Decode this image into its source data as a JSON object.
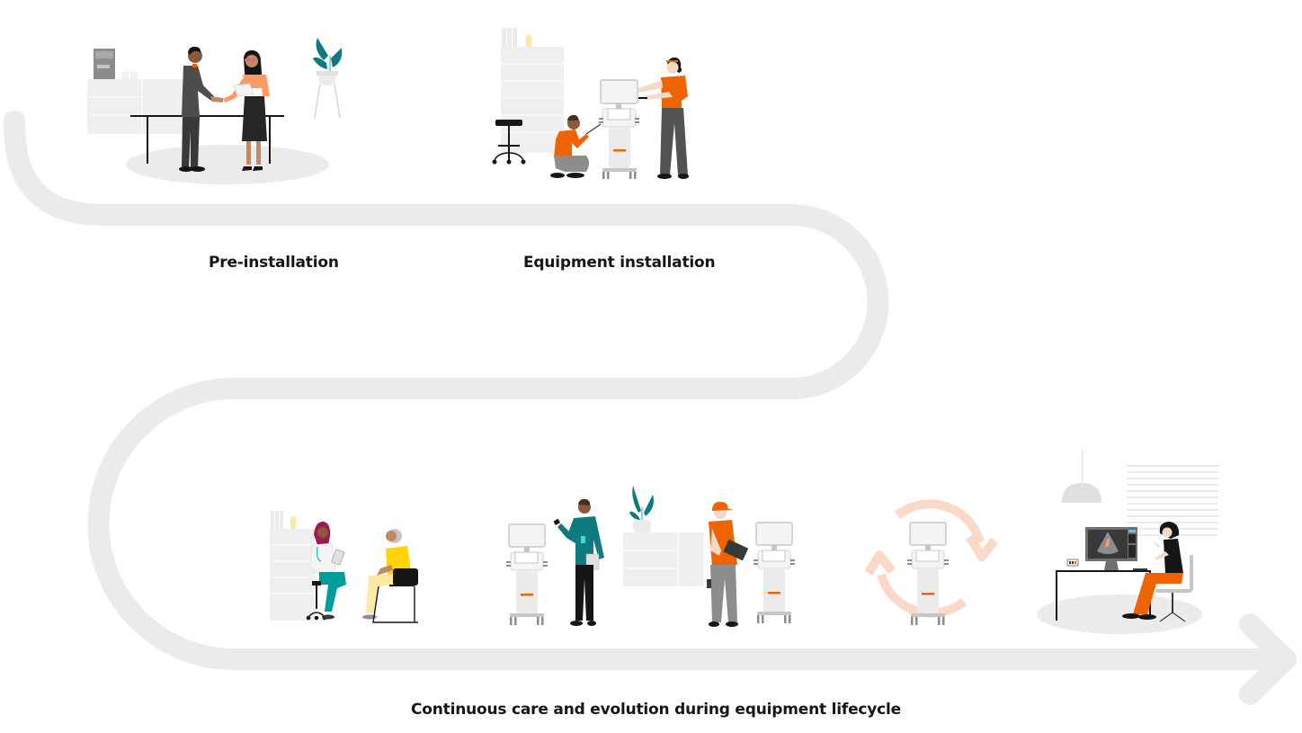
{
  "diagram": {
    "type": "journey-roadmap",
    "path_color": "#ebebeb",
    "accent_colors": {
      "orange": "#f06400",
      "light_orange": "#fbd9c7",
      "teal": "#0f7a80",
      "yellow": "#ffd400",
      "dark": "#161616",
      "gray": "#e9e9e9"
    },
    "stages": [
      {
        "id": "pre-installation",
        "label": "Pre-installation",
        "scene": "handshake-in-office"
      },
      {
        "id": "equipment-installation",
        "label": "Equipment installation",
        "scene": "technicians-installing-ultrasound-cart"
      },
      {
        "id": "continuous-care",
        "label": "Continuous care and evolution during equipment lifecycle",
        "scenes": [
          "doctor-consulting-patient",
          "staff-with-ultrasound-cart",
          "service-technician-with-cart",
          "upgrade-cycle-ultrasound-cart",
          "sonographer-reviewing-scan"
        ]
      }
    ]
  }
}
